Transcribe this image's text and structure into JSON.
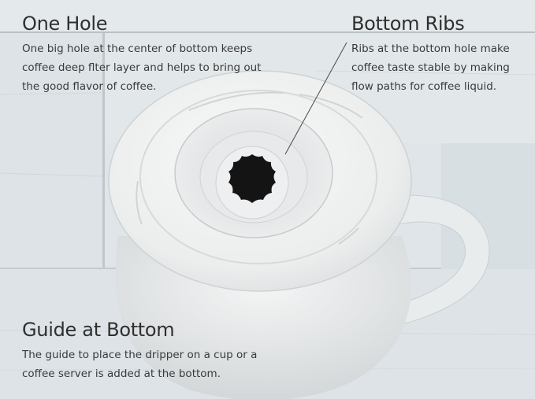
{
  "features": {
    "one_hole": {
      "title": "One Hole",
      "description": "One big hole at the center of bottom keeps\ncoffee deep flter layer and helps to bring out\nthe good flavor of coffee."
    },
    "bottom_ribs": {
      "title": "Bottom Ribs",
      "description": "Ribs at the bottom hole make\ncoffee taste stable by making\nflow paths for coffee liquid."
    },
    "guide_bottom": {
      "title": "Guide at Bottom",
      "description": "The guide to place the dripper on a cup or a\ncoffee server is added at the bottom."
    }
  },
  "colors": {
    "background": "#dfe5e8",
    "dripper": "#f3f4f4",
    "text": "#3a3a3a"
  }
}
